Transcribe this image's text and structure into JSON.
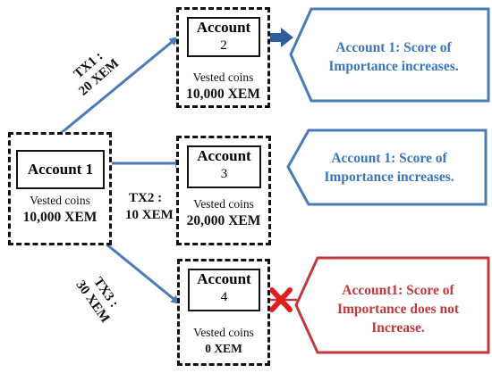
{
  "accounts": [
    {
      "name": "Account 1",
      "vested_label": "Vested coins",
      "amount": "10,000 XEM"
    },
    {
      "name": "Account",
      "number": "2",
      "vested_label": "Vested coins",
      "amount": "10,000 XEM"
    },
    {
      "name": "Account",
      "number": "3",
      "vested_label": "Vested coins",
      "amount": "20,000 XEM"
    },
    {
      "name": "Account",
      "number": "4",
      "vested_label": "Vested coins",
      "amount": "0 XEM"
    }
  ],
  "transactions": [
    {
      "label": "TX1 :",
      "amount": "20 XEM"
    },
    {
      "label": "TX2 :",
      "amount": "10 XEM"
    },
    {
      "label": "TX3 :",
      "amount": "30 XEM"
    }
  ],
  "callouts": [
    {
      "line1": "Account 1: Score of",
      "line2": "Importance increases.",
      "color": "#3a76b8"
    },
    {
      "line1": "Account 1: Score of",
      "line2": "Importance increases.",
      "color": "#3a76b8"
    },
    {
      "line1": "Account1: Score of",
      "line2": "Importance does not",
      "line3": "Increase.",
      "color": "#c0393b"
    }
  ],
  "icons": {
    "cross": "x-mark-icon",
    "block_arrow": "block-arrow-icon"
  }
}
